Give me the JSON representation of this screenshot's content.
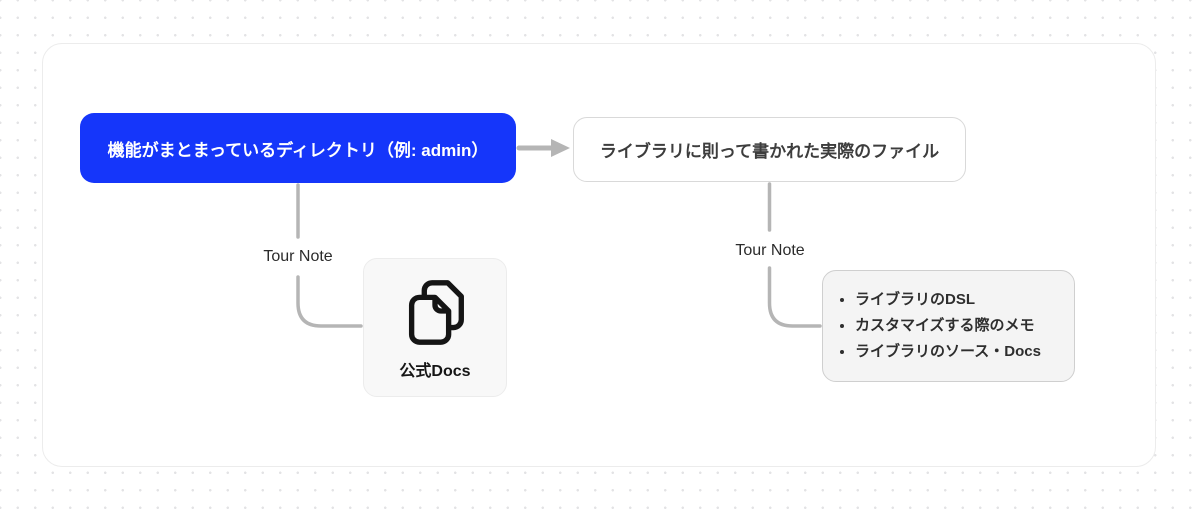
{
  "diagram": {
    "source_node": {
      "label": "機能がまとまっているディレクトリ（例: admin）"
    },
    "target_node": {
      "label": "ライブラリに則って書かれた実際のファイル"
    },
    "left_branch": {
      "edge_label": "Tour Note",
      "card": {
        "icon": "files-icon",
        "label": "公式Docs"
      }
    },
    "right_branch": {
      "edge_label": "Tour Note",
      "card": {
        "items": [
          "ライブラリのDSL",
          "カスタマイズする際のメモ",
          "ライブラリのソース・Docs"
        ]
      }
    },
    "colors": {
      "accent_blue": "#1536fa",
      "connector_gray": "#b5b5b5",
      "panel_border": "#ececec",
      "card_background": "#f4f4f4"
    }
  }
}
